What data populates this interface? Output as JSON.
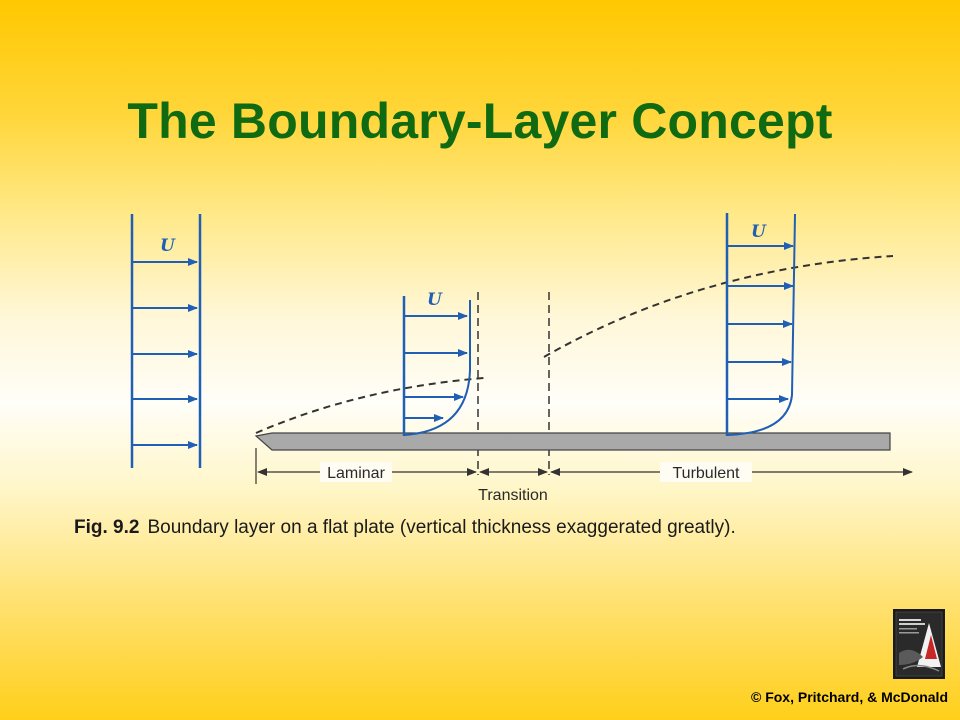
{
  "slide": {
    "title": "The Boundary-Layer Concept"
  },
  "figure": {
    "velocity_symbol": "U",
    "regions": {
      "laminar": "Laminar",
      "transition": "Transition",
      "turbulent": "Turbulent"
    },
    "caption": {
      "figure_number": "Fig. 9.2",
      "text": "Boundary layer on a flat plate (vertical thickness exaggerated greatly)."
    }
  },
  "footer": {
    "copyright": "© Fox, Pritchard, & McDonald"
  },
  "colors": {
    "title_green": "#0f6a12",
    "profile_blue": "#1f5fb5",
    "plate_gray": "#a9a9a9"
  }
}
